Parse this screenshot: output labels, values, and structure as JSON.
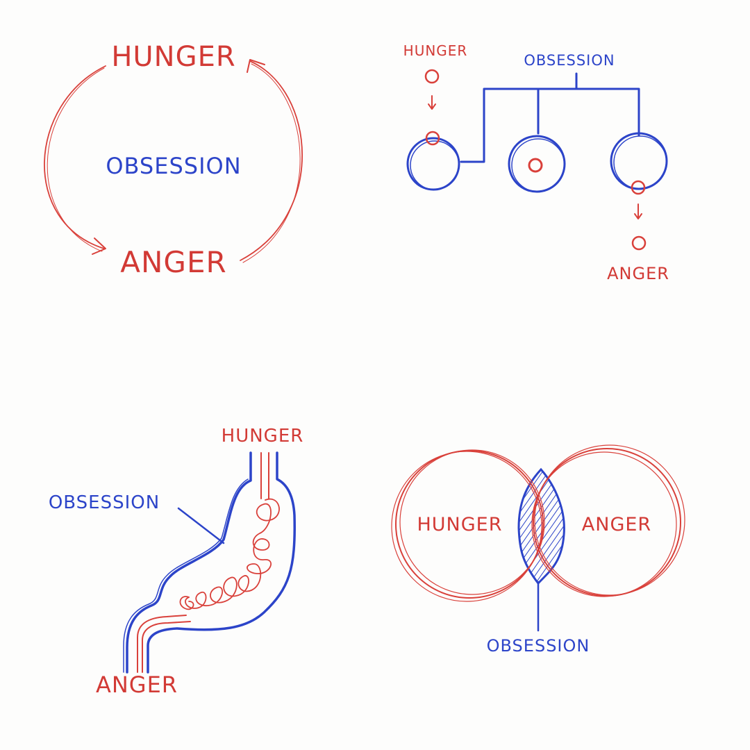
{
  "colors": {
    "hunger_anger": "#d23a35",
    "obsession": "#2c44c9",
    "background": "#fdfdfc"
  },
  "panels": {
    "cycle": {
      "hunger": "HUNGER",
      "obsession": "OBSESSION",
      "anger": "ANGER"
    },
    "cells": {
      "hunger": "HUNGER",
      "obsession": "OBSESSION",
      "anger": "ANGER"
    },
    "stomach": {
      "hunger": "HUNGER",
      "obsession": "OBSESSION",
      "anger": "ANGER"
    },
    "venn": {
      "hunger": "HUNGER",
      "anger": "ANGER",
      "obsession": "OBSESSION"
    }
  }
}
